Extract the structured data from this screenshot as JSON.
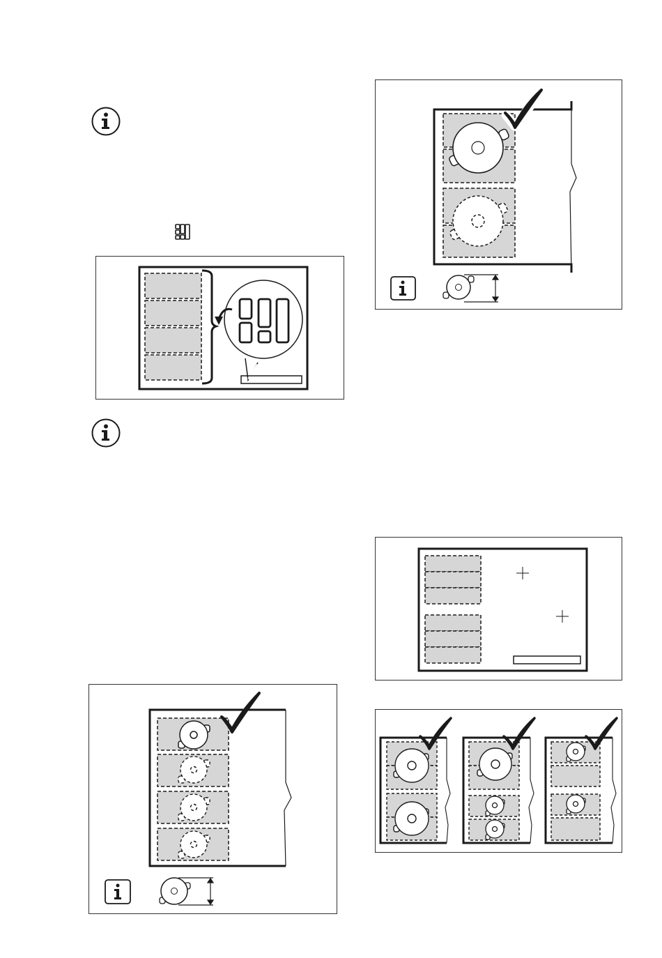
{
  "page": {
    "background": "#ffffff"
  },
  "colors": {
    "zone_fill": "#d6d6d6",
    "line": "#1a1a1a",
    "frame_border": "#333333"
  },
  "icons": {
    "info": "info-icon",
    "layout_selector": "zone-layout-icon",
    "check": "checkmark-icon",
    "pot": "pot-icon",
    "height_arrow": "double-arrow-icon",
    "crosshair": "crosshair-icon",
    "callout": "zoom-callout-icon"
  },
  "figures": {
    "fig1": {
      "name": "flexi-zone-layout-figure",
      "zones": 4
    },
    "fig2": {
      "name": "single-large-pot-figure",
      "zones": 4,
      "check": true
    },
    "fig3": {
      "name": "pot-moving-across-zones-figure",
      "zones": 4,
      "check": true
    },
    "fig4": {
      "name": "two-zone-groups-figure",
      "zones": 6
    },
    "fig5": {
      "name": "pot-combinations-figure",
      "panels": 3,
      "check": true
    }
  }
}
